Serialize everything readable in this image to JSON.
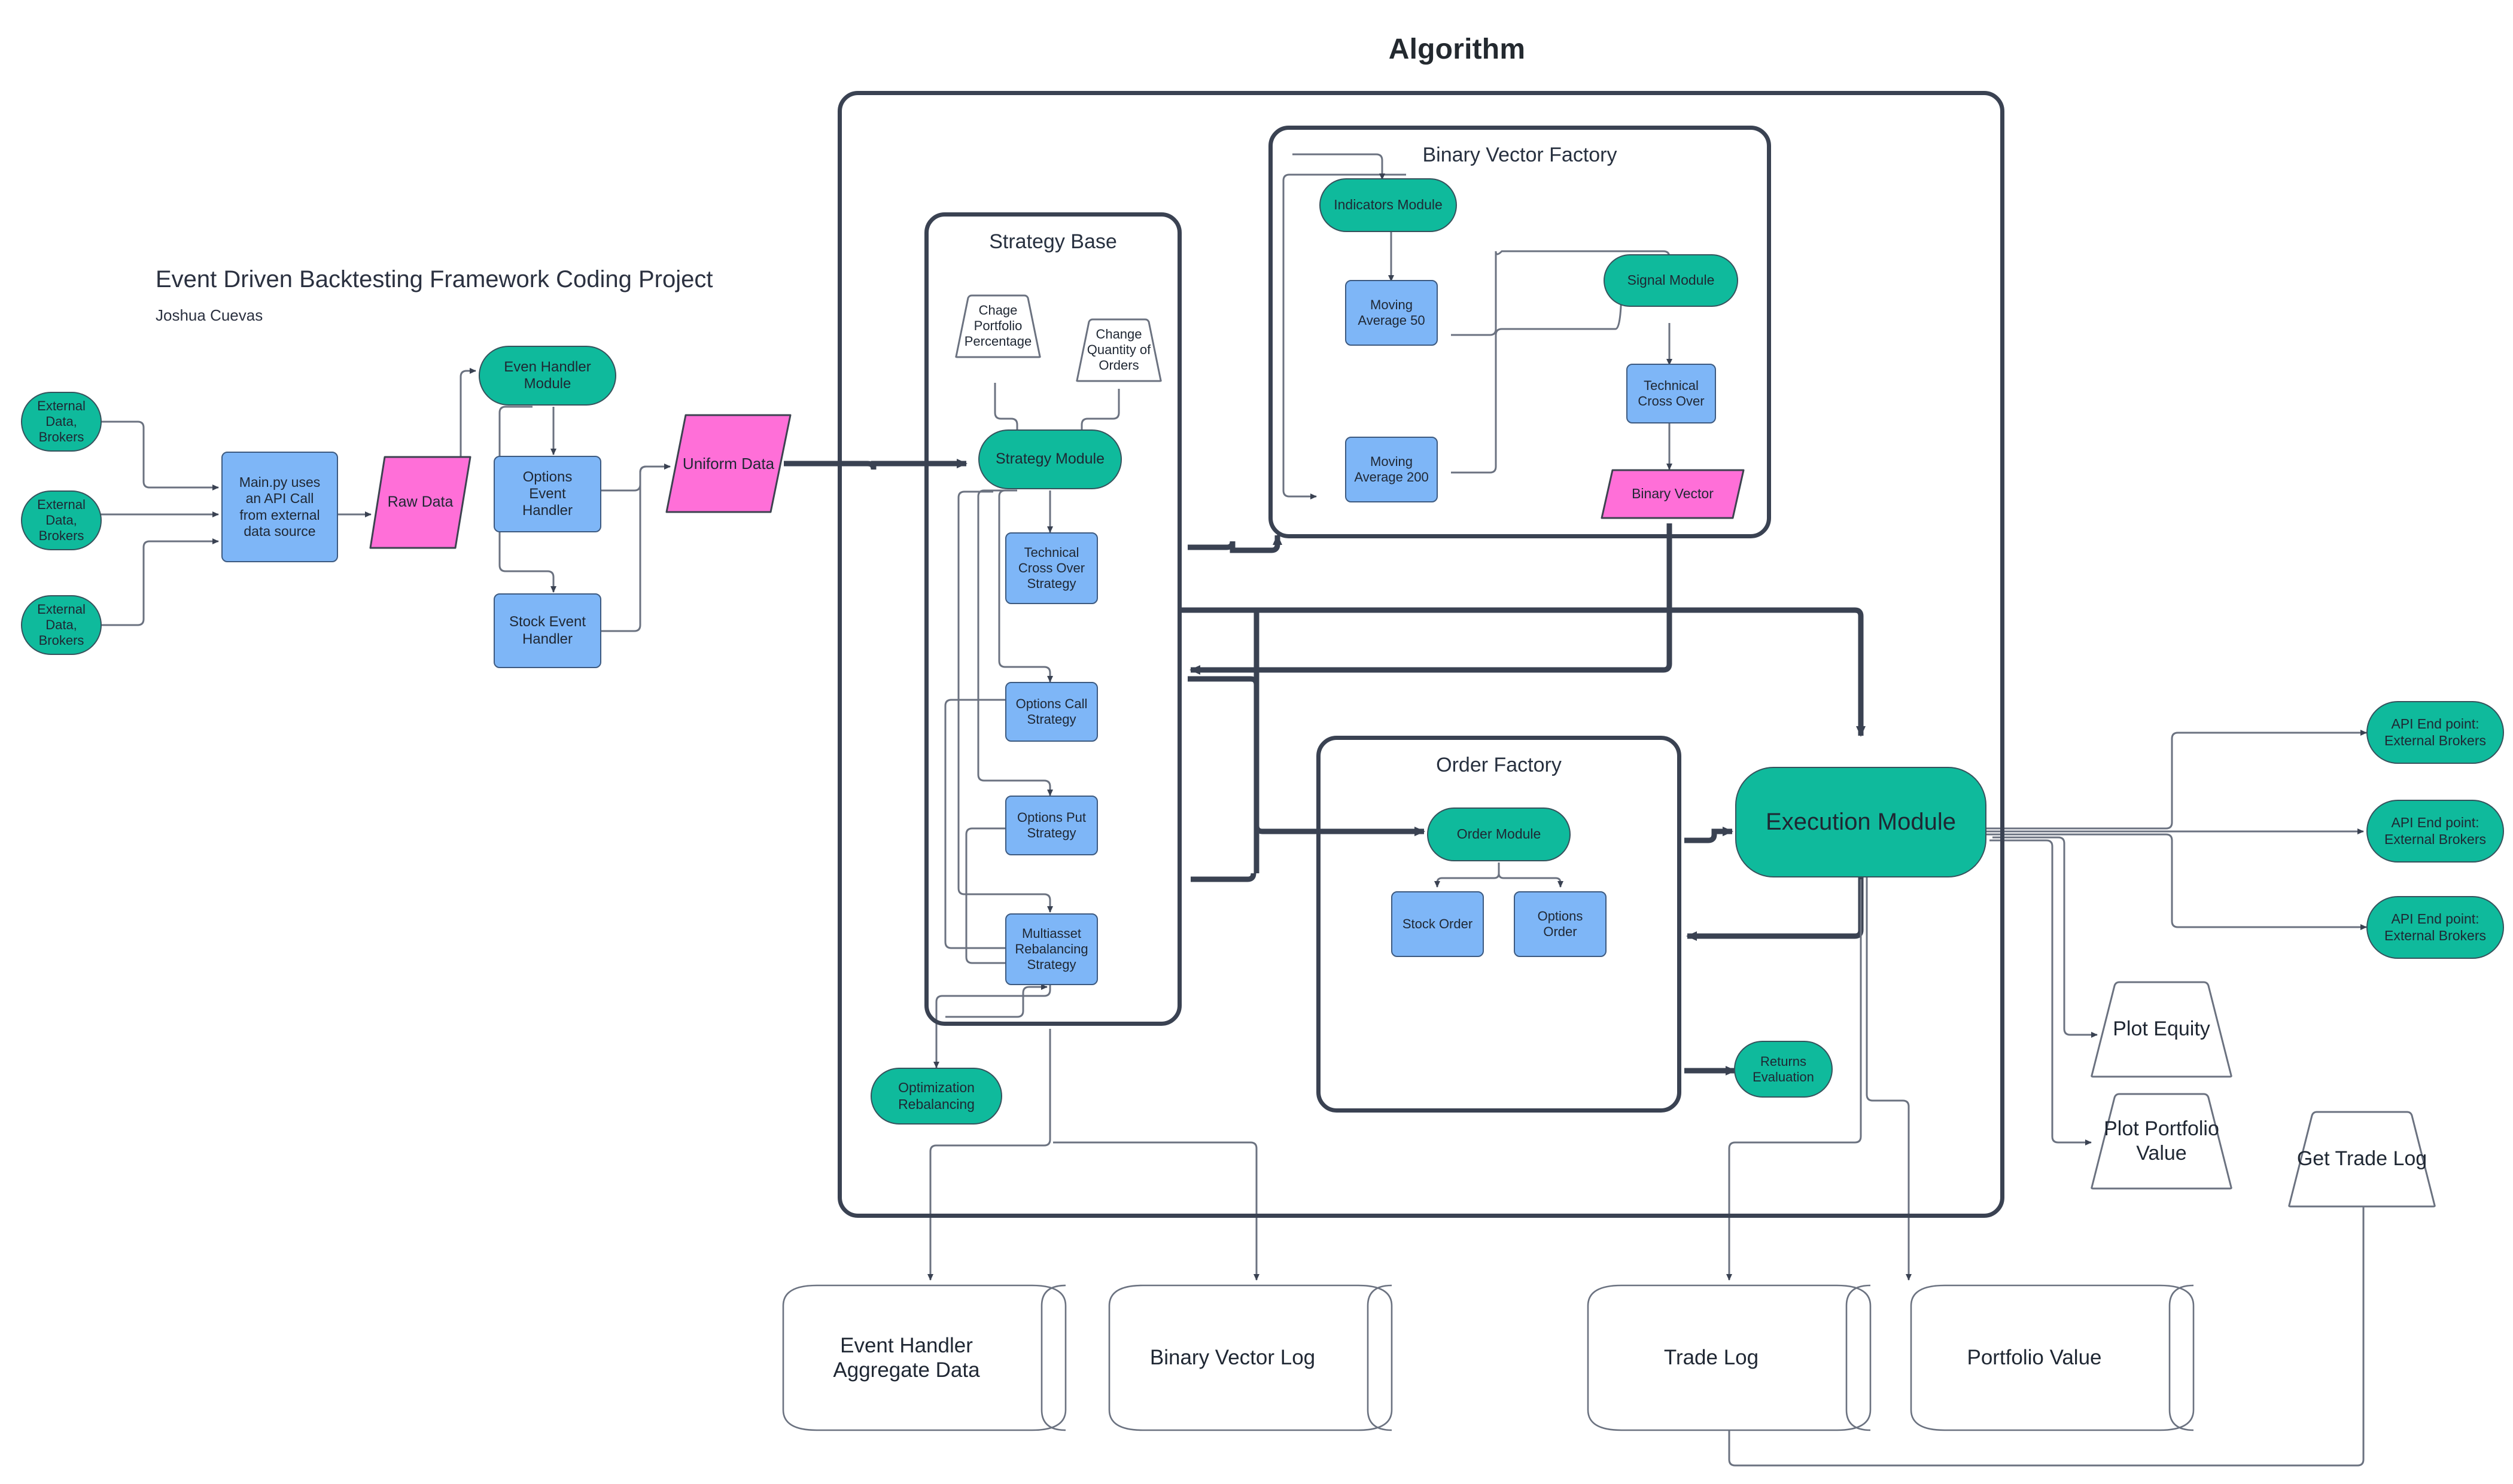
{
  "title": {
    "main": "Algorithm",
    "project": "Event Driven Backtesting Framework Coding Project",
    "author": "Joshua Cuevas"
  },
  "colors": {
    "teal": "#0fba9c",
    "blue": "#7eb6f7",
    "pink": "#ff6fd8",
    "outline_dark": "#3a4252",
    "outline_thin": "#6b7280",
    "text": "#1f2733",
    "background": "#ffffff"
  },
  "groups": [
    {
      "id": "algorithm",
      "label": "Algorithm"
    },
    {
      "id": "strategy_base",
      "label": "Strategy Base"
    },
    {
      "id": "binary_vector_factory",
      "label": "Binary Vector Factory"
    },
    {
      "id": "order_factory",
      "label": "Order Factory"
    }
  ],
  "sources": {
    "brokers": [
      {
        "label": "External Data,\nBrokers"
      },
      {
        "label": "External Data,\nBrokers"
      },
      {
        "label": "External Data,\nBrokers"
      }
    ],
    "main_py": "Main.py uses\nan API Call\nfrom external\ndata source",
    "raw_data": "Raw Data"
  },
  "event_handling": {
    "module": "Even Handler Module",
    "options_handler": "Options\nEvent\nHandler",
    "stock_handler": "Stock Event\nHandler",
    "uniform_data": "Uniform Data"
  },
  "strategy_base": {
    "title": "Strategy Base",
    "inputs": [
      {
        "label": "Chage\nPortfolio\nPercentage"
      },
      {
        "label": "Change\nQuantity of\nOrders"
      }
    ],
    "module": "Strategy Module",
    "strategies": [
      {
        "label": "Technical\nCross Over\nStrategy"
      },
      {
        "label": "Options Call\nStrategy"
      },
      {
        "label": "Options Put\nStrategy"
      },
      {
        "label": "Multiasset\nRebalancing\nStrategy"
      }
    ],
    "optimization": "Optimization\nRebalancing"
  },
  "binary_vector_factory": {
    "title": "Binary Vector Factory",
    "indicators_module": "Indicators Module",
    "moving_average_50": "Moving\nAverage 50",
    "moving_average_200": "Moving\nAverage 200",
    "signal_module": "Signal Module",
    "technical_cross_over": "Technical\nCross Over",
    "binary_vector": "Binary Vector"
  },
  "order_factory": {
    "title": "Order Factory",
    "order_module": "Order Module",
    "stock_order": "Stock Order",
    "options_order": "Options\nOrder"
  },
  "execution": {
    "module": "Execution Module",
    "returns_evaluation": "Returns\nEvaluation"
  },
  "outputs": {
    "api_endpoints": [
      {
        "label": "API End point:\nExternal Brokers"
      },
      {
        "label": "API End point:\nExternal Brokers"
      },
      {
        "label": "API End point:\nExternal Brokers"
      }
    ],
    "plots": [
      {
        "label": "Plot Equity"
      },
      {
        "label": "Plot Portfolio\nValue"
      },
      {
        "label": "Get Trade Log"
      }
    ],
    "stores": [
      {
        "label": "Event Handler\nAggregate Data"
      },
      {
        "label": "Binary Vector Log"
      },
      {
        "label": "Trade Log"
      },
      {
        "label": "Portfolio Value"
      }
    ]
  }
}
